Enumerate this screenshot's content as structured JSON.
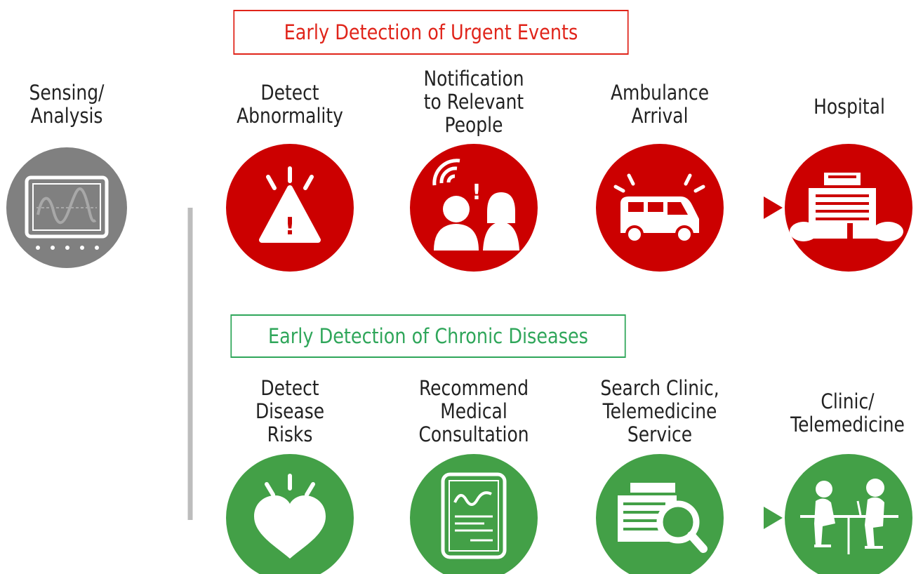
{
  "urgent_section": {
    "title": "Early Detection of Urgent Events",
    "color": "#cc0000"
  },
  "chronic_section": {
    "title": "Early Detection of Chronic Diseases",
    "color": "#43a047"
  },
  "source": {
    "label": [
      "Sensing/",
      "Analysis"
    ],
    "icon": "monitor-waveform-icon",
    "color": "#808080"
  },
  "urgent_steps": [
    {
      "label": [
        "Detect",
        "Abnormality"
      ],
      "icon": "warning-triangle-icon"
    },
    {
      "label": [
        "Notification",
        "to Relevant",
        "People"
      ],
      "icon": "people-alert-icon"
    },
    {
      "label": [
        "Ambulance",
        "Arrival"
      ],
      "icon": "ambulance-icon"
    },
    {
      "label": [
        "Hospital"
      ],
      "icon": "hospital-icon"
    }
  ],
  "chronic_steps": [
    {
      "label": [
        "Detect",
        "Disease",
        "Risks"
      ],
      "icon": "heart-alert-icon"
    },
    {
      "label": [
        "Recommend",
        "Medical",
        "Consultation"
      ],
      "icon": "medical-report-icon"
    },
    {
      "label": [
        "Search Clinic,",
        "Telemedicine",
        "Service"
      ],
      "icon": "clinic-search-icon"
    },
    {
      "label": [
        "Clinic/",
        "Telemedicine"
      ],
      "icon": "doctor-consultation-icon"
    }
  ]
}
